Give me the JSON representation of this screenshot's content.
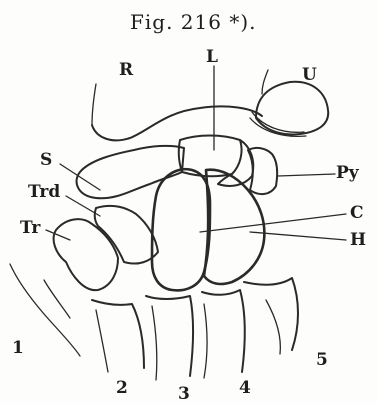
{
  "caption": "Fig. 216 *).",
  "labels": {
    "R": "R",
    "L": "L",
    "U": "U",
    "S": "S",
    "Py": "Py",
    "Trd": "Trd",
    "Tr": "Tr",
    "C": "C",
    "H": "H",
    "m1": "1",
    "m2": "2",
    "m3": "3",
    "m4": "4",
    "m5": "5"
  }
}
